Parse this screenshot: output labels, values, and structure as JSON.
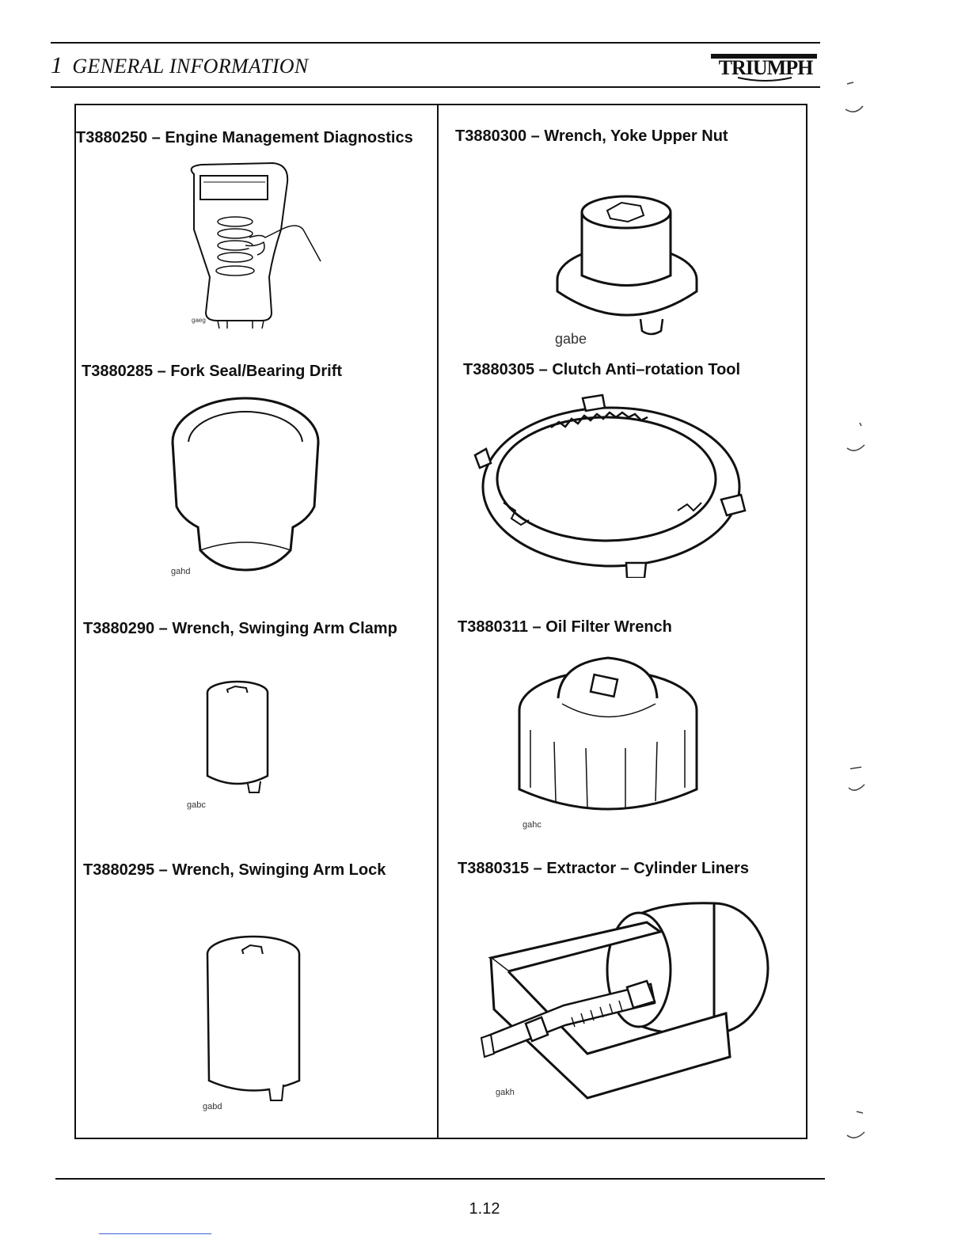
{
  "header": {
    "chapter_number": "1",
    "chapter_title": "GENERAL INFORMATION",
    "logo_text": "TRIUMPH"
  },
  "tools": [
    {
      "title": "T3880250 – Engine Management Diagnostics",
      "figure_code": "gaeg"
    },
    {
      "title": "T3880285 – Fork Seal/Bearing Drift",
      "figure_code": "gahd"
    },
    {
      "title": "T3880290 – Wrench, Swinging Arm Clamp",
      "figure_code": "gabc"
    },
    {
      "title": "T3880295 – Wrench, Swinging Arm Lock",
      "figure_code": "gabd"
    },
    {
      "title": "T3880300 – Wrench, Yoke Upper Nut",
      "figure_code": "gabe"
    },
    {
      "title": "T3880305 – Clutch Anti–rotation Tool",
      "figure_code": ""
    },
    {
      "title": "T3880311 – Oil Filter Wrench",
      "figure_code": "gahc"
    },
    {
      "title": "T3880315 – Extractor – Cylinder Liners",
      "figure_code": "gakh"
    }
  ],
  "footer": {
    "page_number": "1.12"
  }
}
